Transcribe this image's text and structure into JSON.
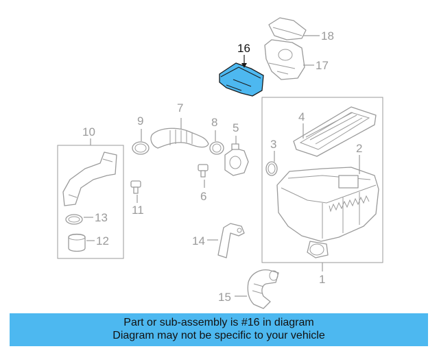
{
  "callouts": {
    "c1": "1",
    "c2": "2",
    "c3": "3",
    "c4": "4",
    "c5": "5",
    "c6": "6",
    "c7": "7",
    "c8": "8",
    "c9": "9",
    "c10": "10",
    "c11": "11",
    "c12": "12",
    "c13": "13",
    "c14": "14",
    "c15": "15",
    "c16": "16",
    "c17": "17",
    "c18": "18"
  },
  "highlight": {
    "part": "16",
    "color": "#4db8f0"
  },
  "banner": {
    "line1": "Part or sub-assembly is #16 in diagram",
    "line2": "Diagram may not be specific to your vehicle",
    "color": "#4db8f0"
  }
}
